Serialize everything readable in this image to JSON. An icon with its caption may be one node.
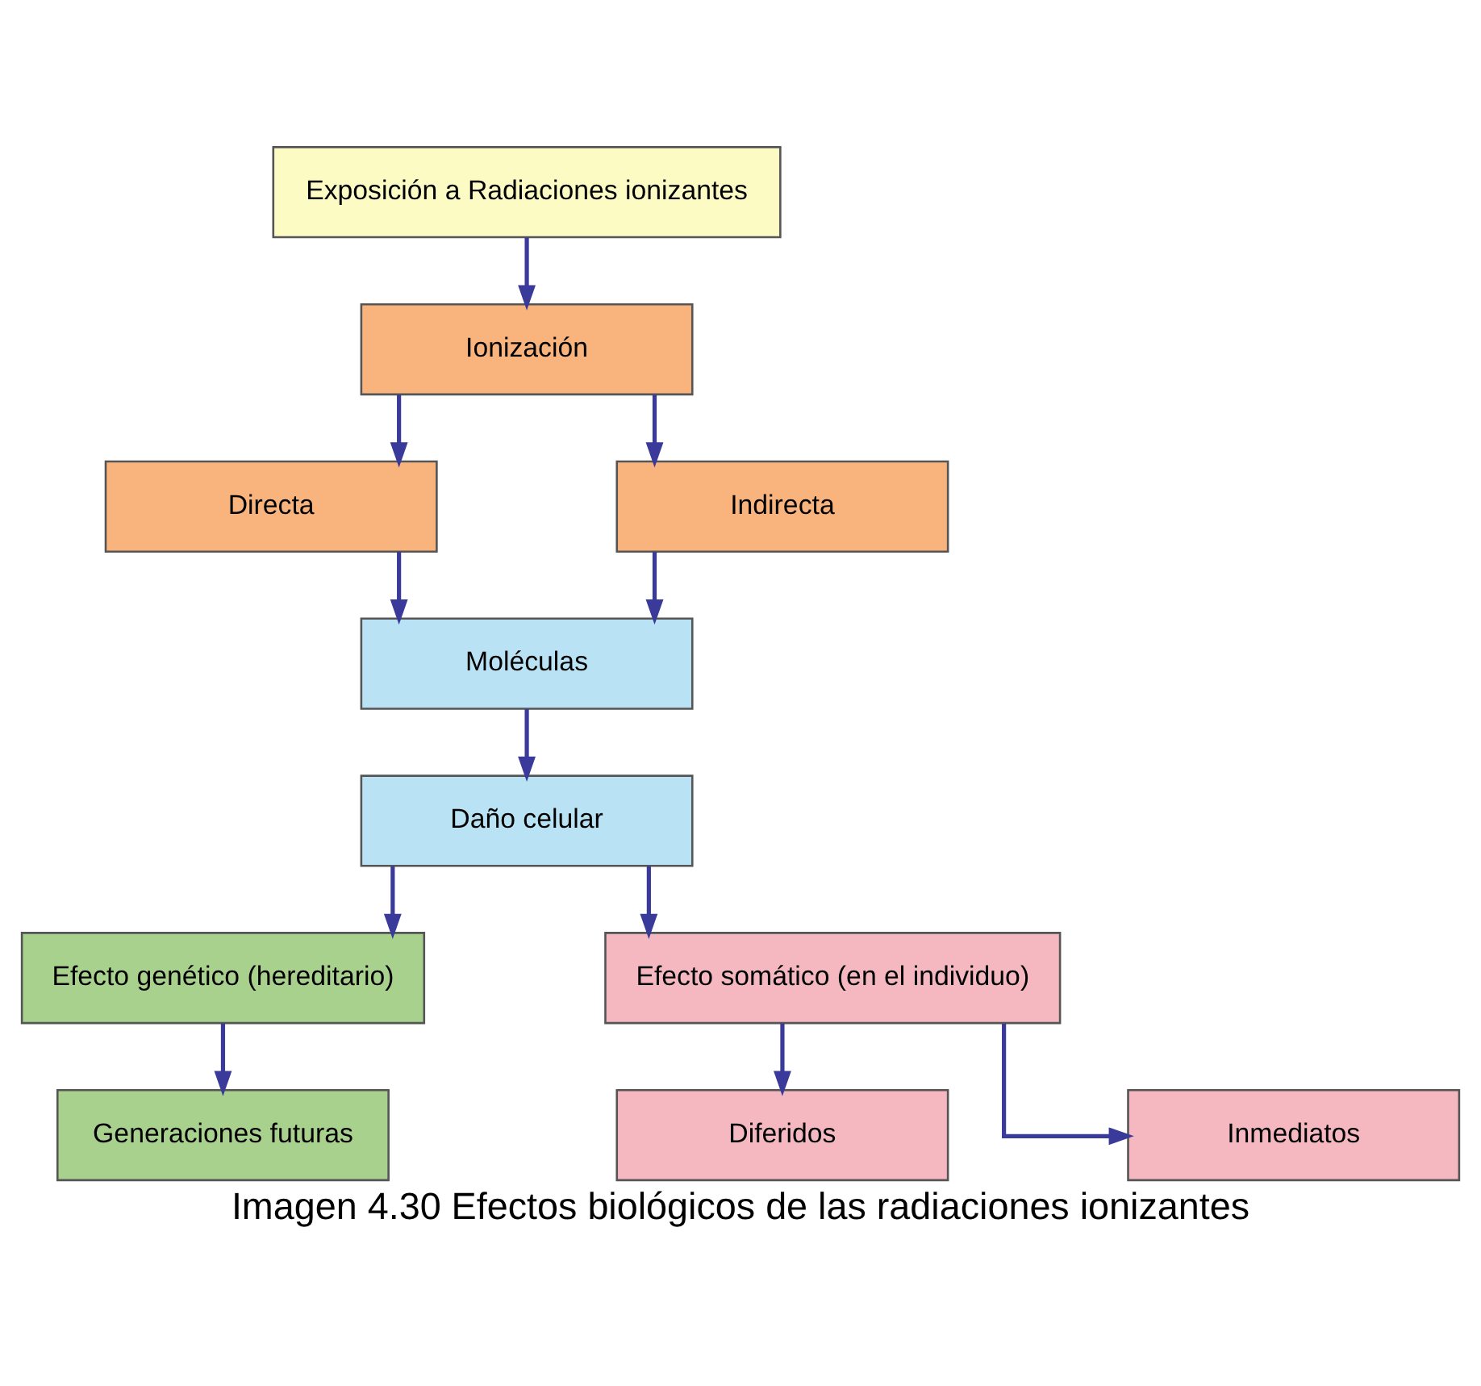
{
  "diagram": {
    "caption": "Imagen 4.30 Efectos biológicos de las radiaciones ionizantes",
    "nodes": [
      {
        "text": [
          "Exposición a Radiaciones ionizantes"
        ]
      },
      {
        "text": [
          "Ionización"
        ]
      },
      {
        "text": [
          "Directa"
        ]
      },
      {
        "text": [
          "Indirecta"
        ]
      },
      {
        "text": [
          "Moléculas"
        ]
      },
      {
        "text": [
          "Daño celular"
        ]
      },
      {
        "text": [
          "Efecto genético (hereditario)"
        ]
      },
      {
        "text": [
          "Efecto somático (en el individuo)"
        ]
      },
      {
        "text": [
          "Generaciones futuras"
        ]
      },
      {
        "text": [
          "Diferidos"
        ]
      },
      {
        "text": [
          "Inmediatos"
        ]
      }
    ],
    "edges": [
      {
        "from": 0,
        "to": 1,
        "arrow": "to"
      },
      {
        "from": 1,
        "to": 2,
        "arrow": "to"
      },
      {
        "from": 1,
        "to": 3,
        "arrow": "to"
      },
      {
        "from": 2,
        "to": 4,
        "arrow": "to"
      },
      {
        "from": 3,
        "to": 4,
        "arrow": "to"
      },
      {
        "from": 4,
        "to": 5,
        "arrow": "to"
      },
      {
        "from": 5,
        "to": 6,
        "arrow": "to"
      },
      {
        "from": 5,
        "to": 7,
        "arrow": "to"
      },
      {
        "from": 6,
        "to": 8,
        "arrow": "to"
      },
      {
        "from": 7,
        "to": 9,
        "arrow": "to"
      },
      {
        "from": 7,
        "to": 10,
        "arrow": "to"
      }
    ]
  }
}
